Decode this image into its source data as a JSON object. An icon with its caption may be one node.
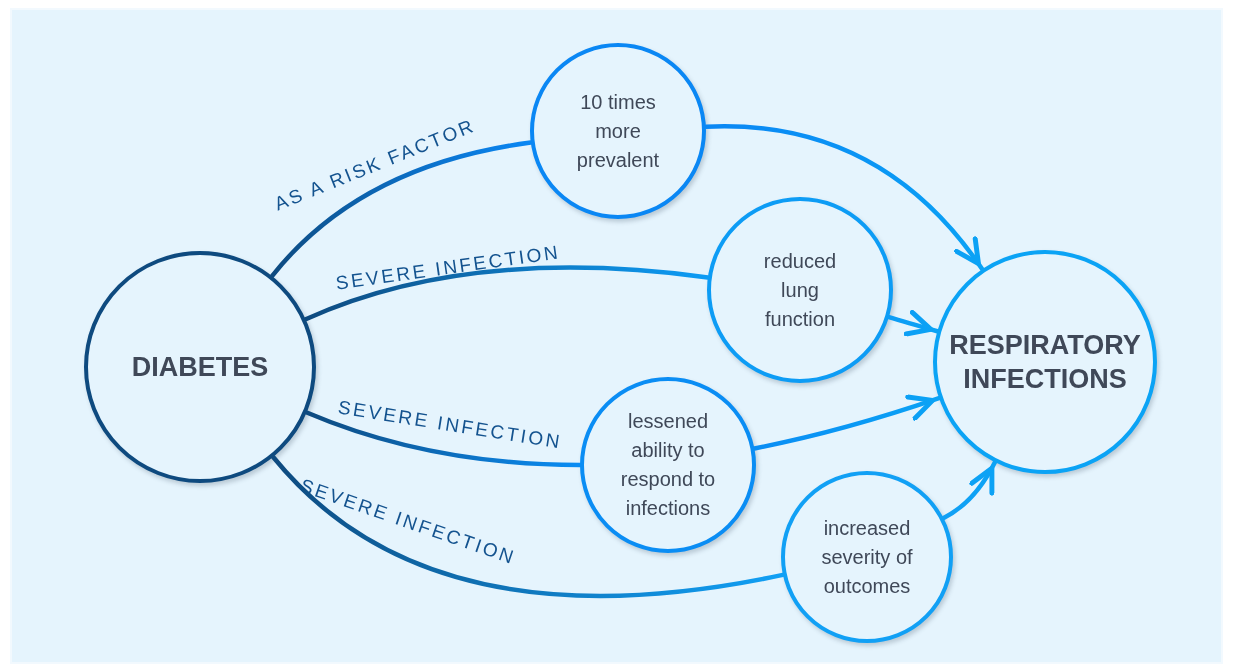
{
  "diagram": {
    "nodes": [
      {
        "text": [
          "DIABETES"
        ]
      },
      {
        "text": [
          "10 times more prevalent"
        ]
      },
      {
        "text": [
          "reduced lung function"
        ]
      },
      {
        "text": [
          "lessened ability to respond to infections"
        ]
      },
      {
        "text": [
          "increased severity of outcomes"
        ]
      },
      {
        "text": [
          "RESPIRATORY INFECTIONS"
        ]
      }
    ],
    "edges": [
      {
        "from": 0,
        "to": 1,
        "arrow": "none",
        "label": "AS A RISK FACTOR"
      },
      {
        "from": 0,
        "to": 2,
        "arrow": "none",
        "label": "SEVERE INFECTION"
      },
      {
        "from": 0,
        "to": 3,
        "arrow": "none",
        "label": "SEVERE INFECTION"
      },
      {
        "from": 0,
        "to": 4,
        "arrow": "none",
        "label": "SEVERE INFECTION"
      },
      {
        "from": 1,
        "to": 5,
        "arrow": "to"
      },
      {
        "from": 2,
        "to": 5,
        "arrow": "to"
      },
      {
        "from": 3,
        "to": 5,
        "arrow": "to"
      },
      {
        "from": 4,
        "to": 5,
        "arrow": "to"
      }
    ]
  }
}
